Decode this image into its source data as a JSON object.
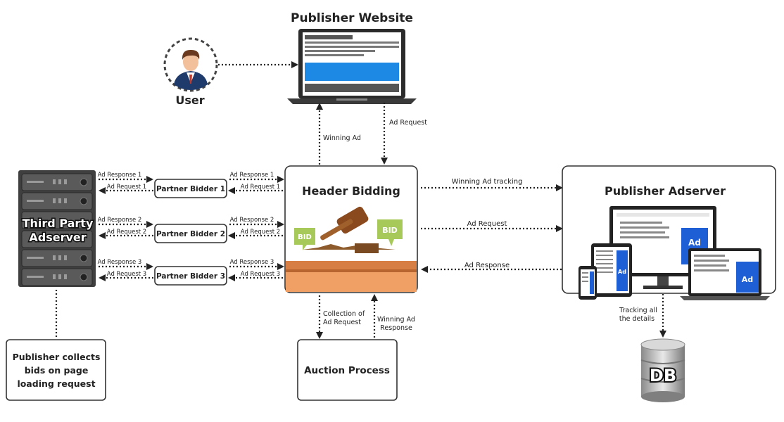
{
  "title": "Publisher Website",
  "user": {
    "label": "User"
  },
  "third_party": {
    "line1": "Third Party",
    "line2": "Adserver"
  },
  "note": {
    "line1": "Publisher collects",
    "line2": "bids on page",
    "line3": "loading request"
  },
  "partners": [
    {
      "label": "Partner Bidder 1",
      "left_top": "Ad Response 1",
      "left_bottom": "Ad Request 1",
      "right_top": "Ad Response 1",
      "right_bottom": "Ad Request 1"
    },
    {
      "label": "Partner Bidder 2",
      "left_top": "Ad Response 2",
      "left_bottom": "Ad Request 2",
      "right_top": "Ad Response 2",
      "right_bottom": "Ad Request 2"
    },
    {
      "label": "Partner Bidder 3",
      "left_top": "Ad Response 3",
      "left_bottom": "Ad Request 3",
      "right_top": "Ad Response 3",
      "right_bottom": "Ad Request 3"
    }
  ],
  "header_bidding": {
    "title": "Header Bidding",
    "bid": "BID"
  },
  "flows": {
    "winning_ad": "Winning Ad",
    "ad_request_down": "Ad Request",
    "tracking": "Winning Ad tracking",
    "ad_request_right": "Ad Request",
    "ad_response_left": "Ad Response",
    "collection_1": "Collection of",
    "collection_2": "Ad Request",
    "winning_resp_1": "Winning Ad",
    "winning_resp_2": "Response",
    "tracking_all_1": "Tracking all",
    "tracking_all_2": "the details"
  },
  "auction": {
    "label": "Auction Process"
  },
  "adserver": {
    "title": "Publisher Adserver",
    "ad": "Ad"
  },
  "db": {
    "label": "DB"
  },
  "colors": {
    "blue": "#1e88e5",
    "dark": "#333333",
    "server": "#4a4a4a",
    "podium": "#e5935a",
    "bid_green": "#a6c95a"
  }
}
